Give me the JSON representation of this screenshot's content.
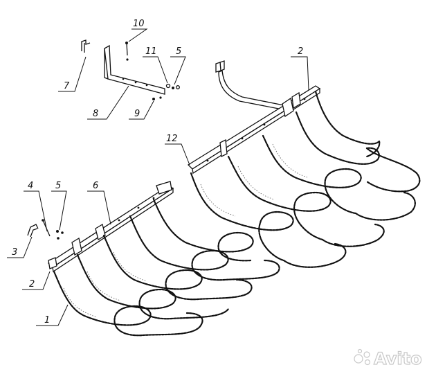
{
  "diagram": {
    "labels": [
      "1",
      "2",
      "3",
      "4",
      "5",
      "6",
      "12",
      "2",
      "7",
      "8",
      "9",
      "10",
      "11",
      "5"
    ]
  },
  "watermark": {
    "text": "Avito"
  }
}
